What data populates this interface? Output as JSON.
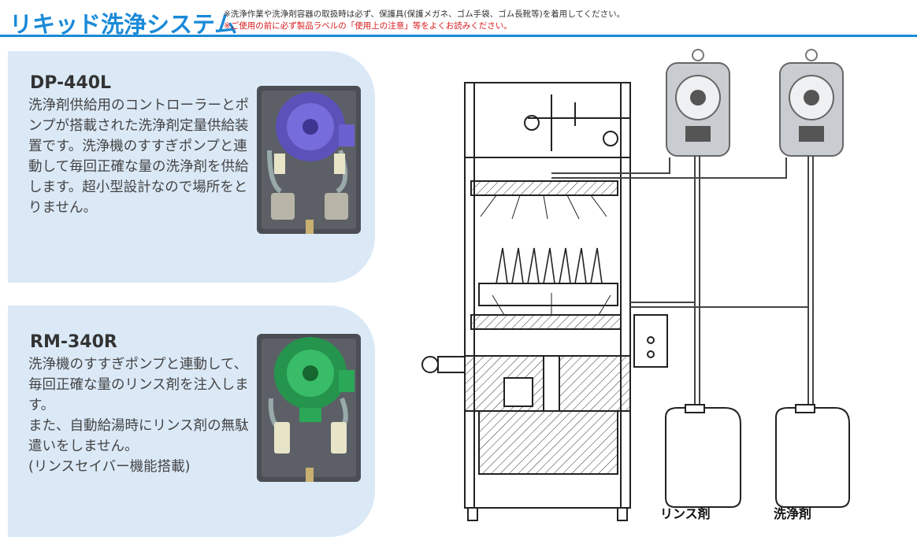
{
  "header": {
    "title": "リキッド洗浄システム",
    "note_safety": "※洗浄作業や洗浄剤容器の取扱時は必ず、保護具(保護メガネ、ゴム手袋、ゴム長靴等)を着用してください。",
    "note_caution": "※ご使用の前に必ず製品ラベルの「使用上の注意」等をよくお読みください。"
  },
  "products": [
    {
      "model": "DP-440L",
      "description": "洗浄剤供給用のコントローラーとポンプが搭載された洗浄剤定量供給装置です。洗浄機のすすぎポンプと連動して毎回正確な量の洗浄剤を供給します。超小型設計なので場所をとりません。",
      "pump_color": "#5a4fc8"
    },
    {
      "model": "RM-340R",
      "description": "洗浄機のすすぎポンプと連動して、毎回正確な量のリンス剤を注入します。\nまた、自動給湯時にリンス剤の無駄遣いをしません。\n(リンスセイバー機能搭載)",
      "pump_color": "#1f9a4a"
    }
  ],
  "diagram": {
    "label_rinse": "リンス剤",
    "label_detergent": "洗浄剤"
  },
  "colors": {
    "accent": "#1a8ad8",
    "caution": "#d7191d",
    "card_bg": "#dbe9f7"
  }
}
